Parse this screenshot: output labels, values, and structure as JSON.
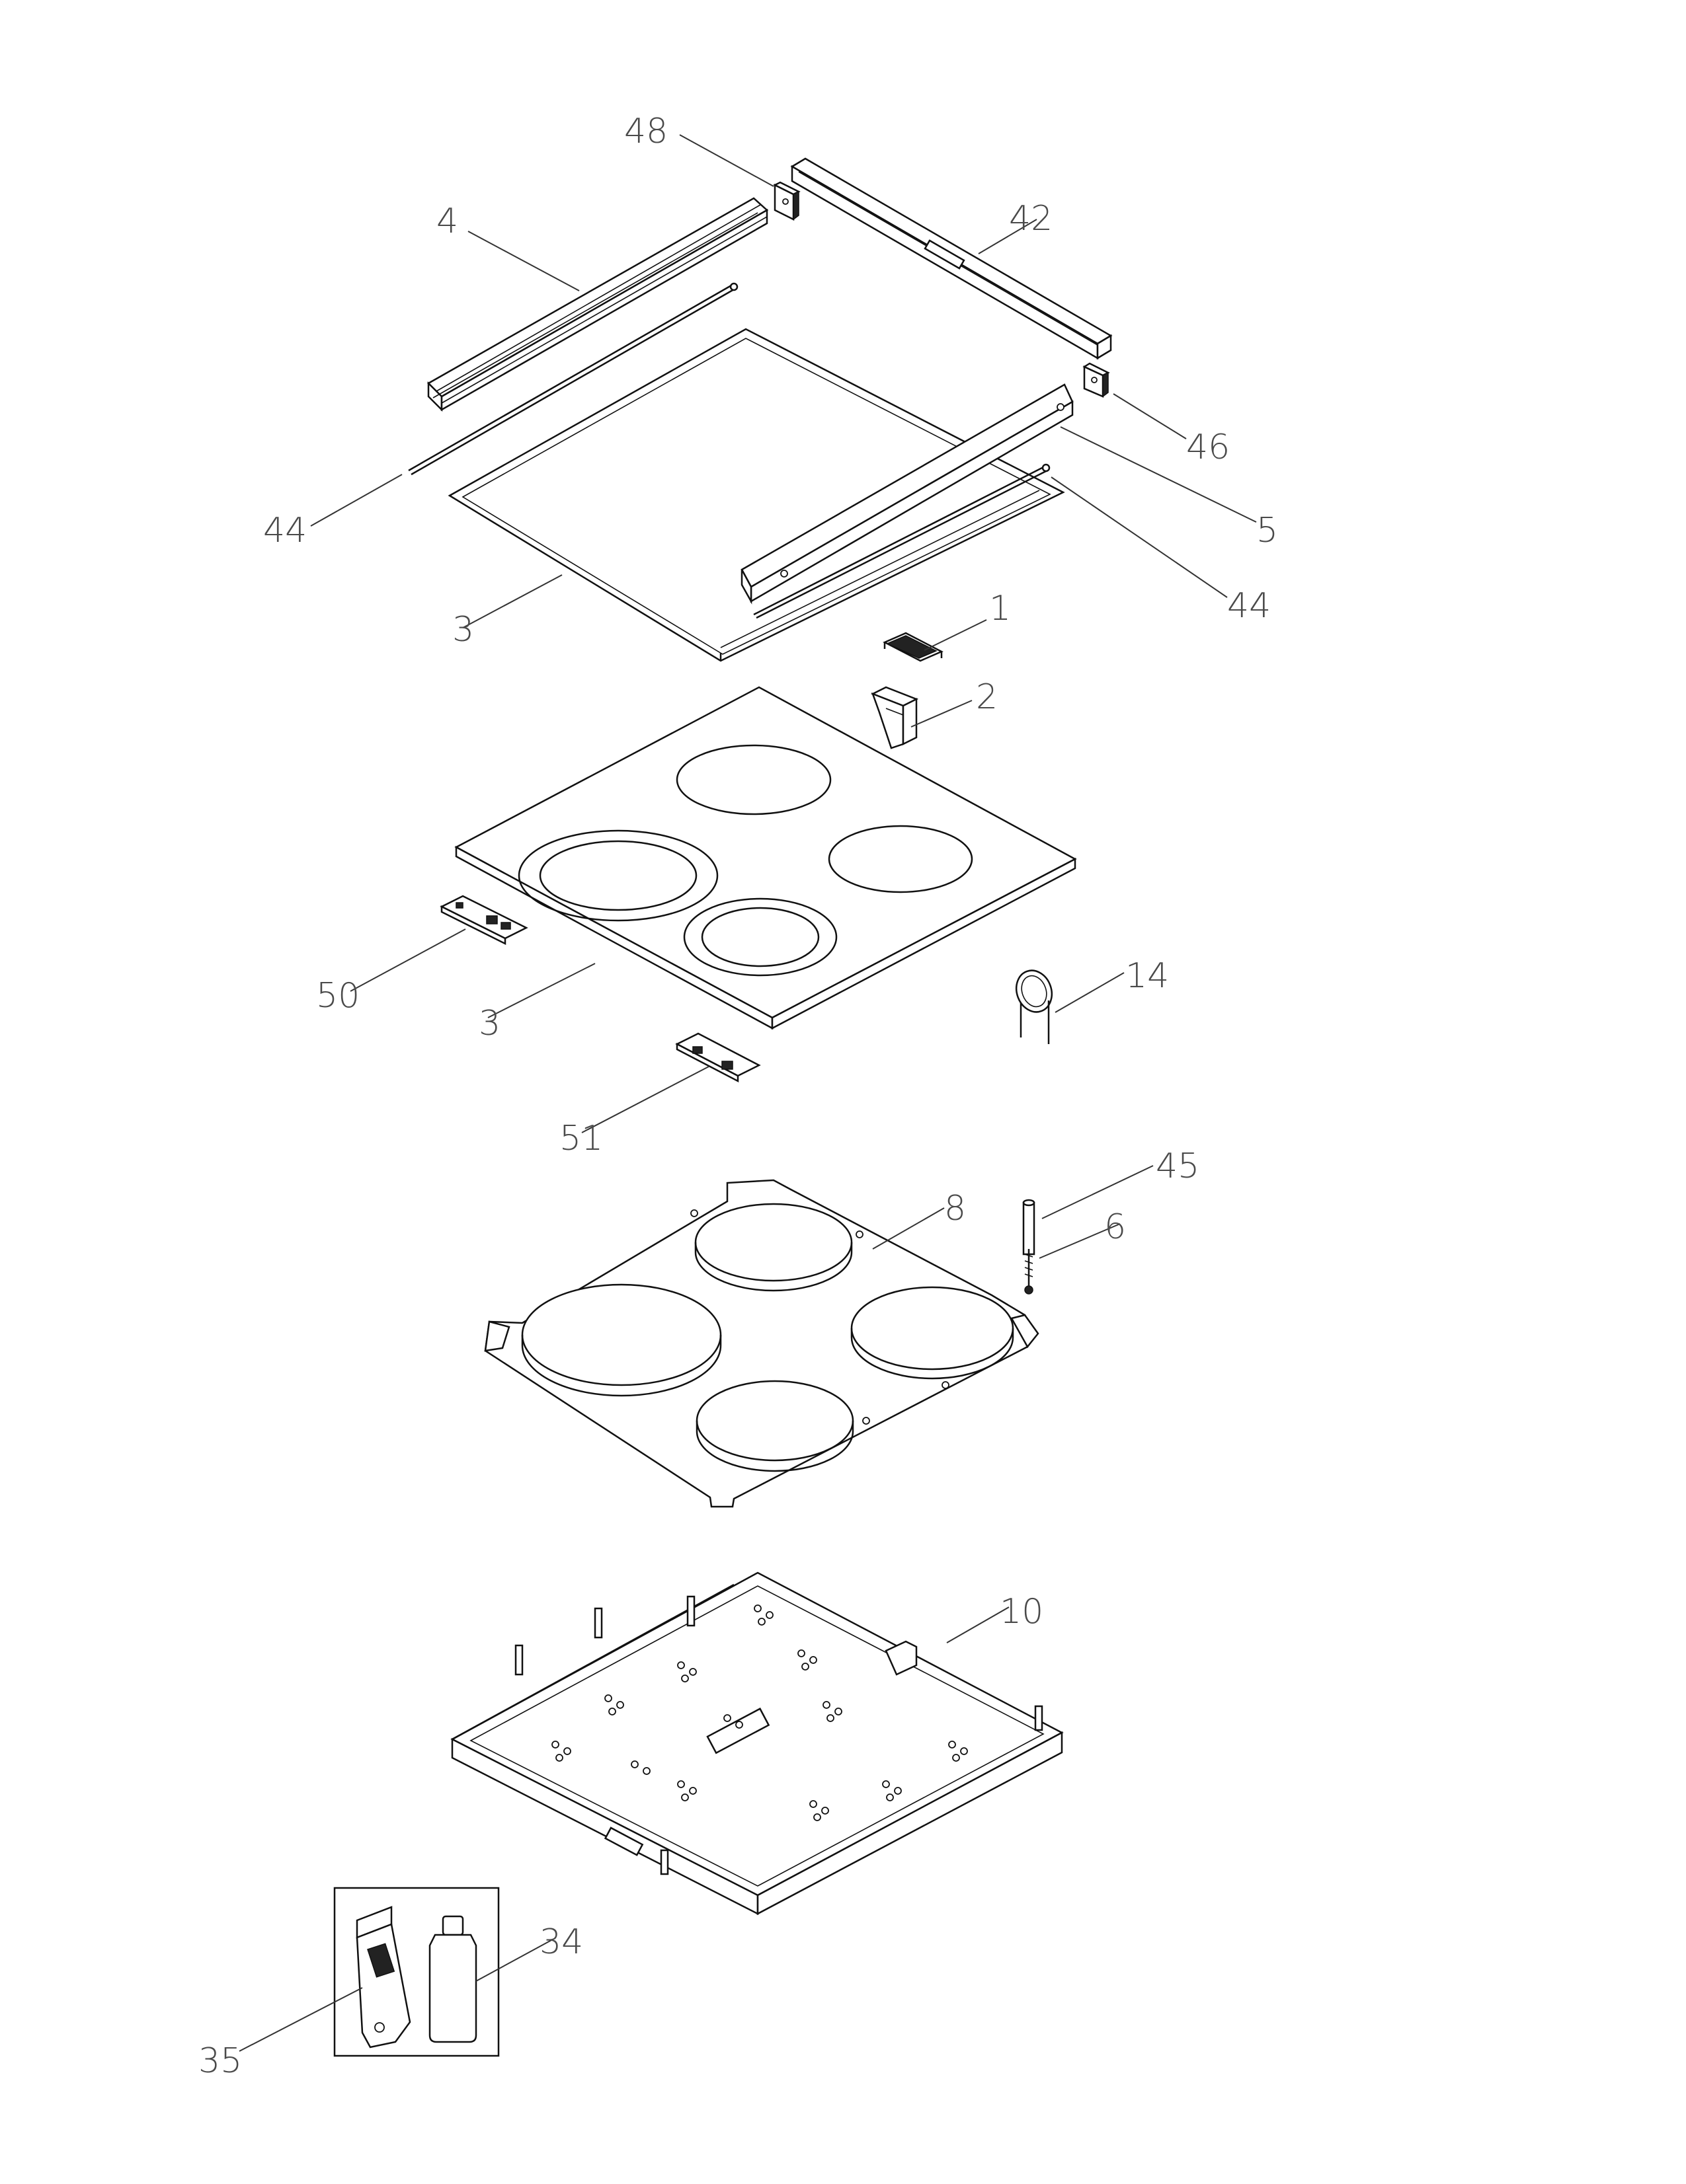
{
  "labels": {
    "p48": "48",
    "p42": "42",
    "p4": "4",
    "p46": "46",
    "p5": "5",
    "p44_left": "44",
    "p44_right": "44",
    "p3_top": "3",
    "p1": "1",
    "p2": "2",
    "p50": "50",
    "p3_glass": "3",
    "p14": "14",
    "p51": "51",
    "p45": "45",
    "p8": "8",
    "p6": "6",
    "p10": "10",
    "p34": "34",
    "p35": "35"
  },
  "colors": {
    "line": "#111111",
    "label": "#4a4a4a",
    "background": "#ffffff"
  }
}
